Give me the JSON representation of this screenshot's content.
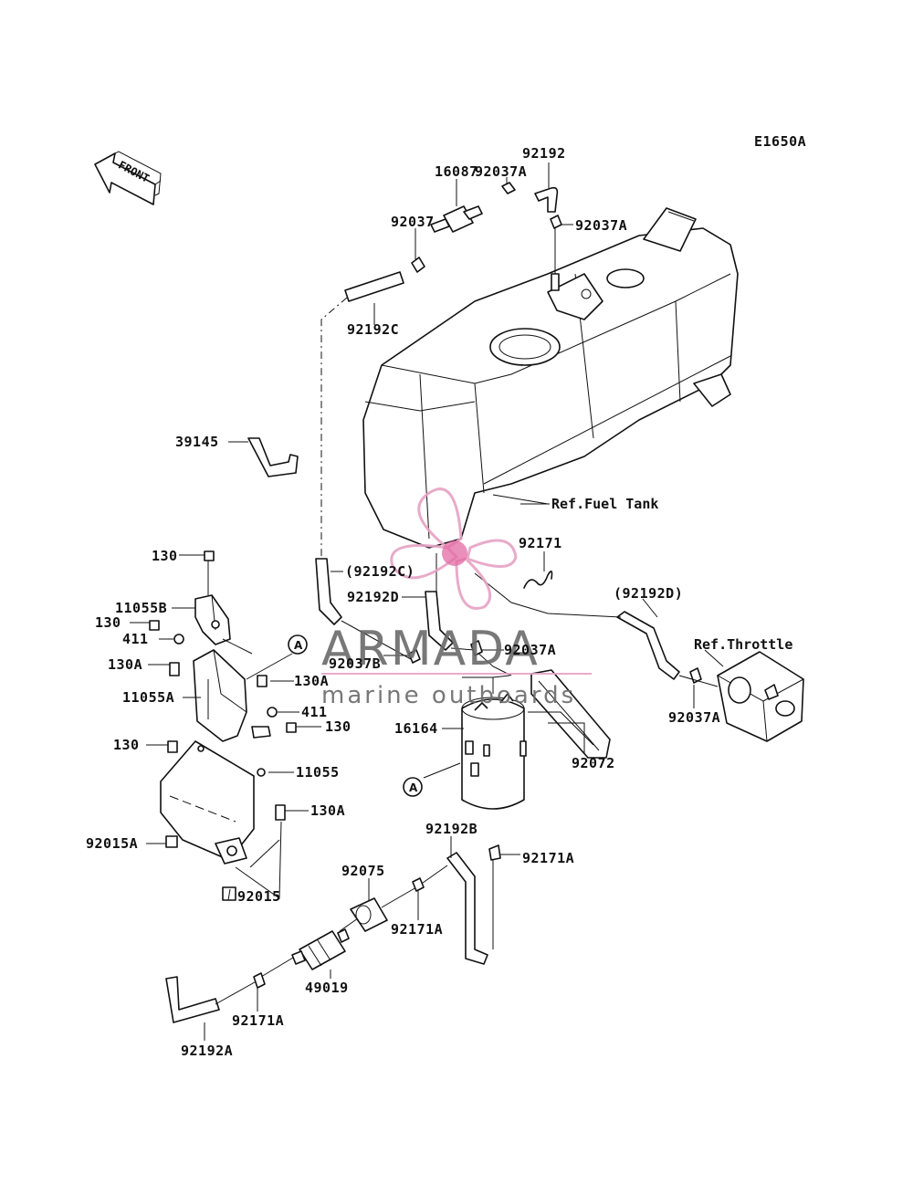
{
  "diagram_code": "E1650A",
  "front_label": "FRONT",
  "watermark": {
    "title": "ARMADA",
    "subtitle": "marine outboards",
    "logo_color": "#e6a3c5",
    "accent_color": "#e05a9a"
  },
  "callouts": {
    "p92192": "92192",
    "p92037A_top": "92037A",
    "p16087": "16087",
    "p92037": "92037",
    "p92037A_right": "92037A",
    "p92192C": "92192C",
    "p39145": "39145",
    "ref_fuel_tank": "Ref.Fuel Tank",
    "p92171": "92171",
    "p130_a": "130",
    "p92192C_paren": "(92192C)",
    "p92192D": "92192D",
    "p92192D_paren": "(92192D)",
    "p11055B": "11055B",
    "p130_b": "130",
    "p411_a": "411",
    "p130A_a": "130A",
    "ref_throttle": "Ref.Throttle",
    "p92037B": "92037B",
    "p92037A_mid": "92037A",
    "p130A_b": "130A",
    "p411_b": "411",
    "p11055A": "11055A",
    "p130_c": "130",
    "p16164": "16164",
    "p92037A_lower": "92037A",
    "p130_d": "130",
    "p11055": "11055",
    "p92072": "92072",
    "p130A_c": "130A",
    "p92015A": "92015A",
    "p92192B": "92192B",
    "p92171A_a": "92171A",
    "p92075": "92075",
    "p92015": "92015",
    "p92171A_b": "92171A",
    "p49019": "49019",
    "p92171A_c": "92171A",
    "p92192A": "92192A"
  },
  "marks": {
    "a1": "A",
    "a2": "A"
  }
}
